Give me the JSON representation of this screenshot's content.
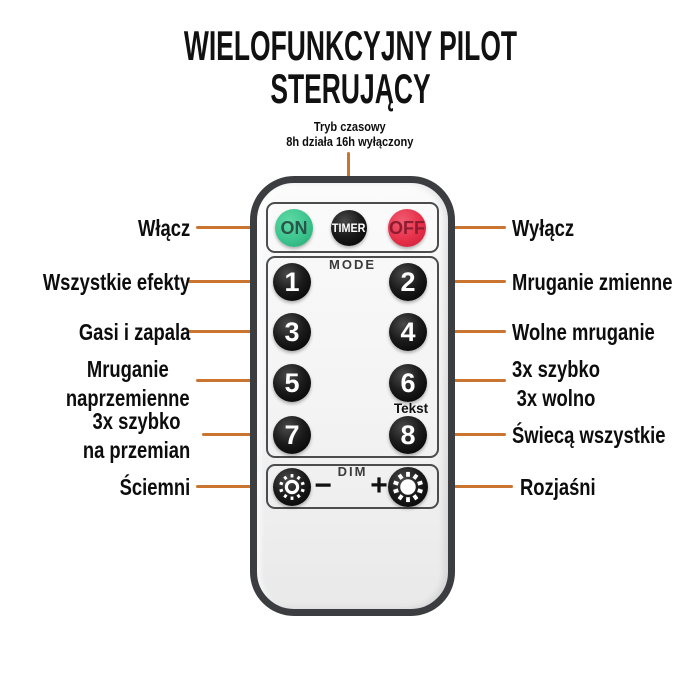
{
  "title": {
    "line1": "WIELOFUNKCYJNY PILOT",
    "line2": "STERUJĄCY"
  },
  "timer_note": {
    "line1": "Tryb czasowy",
    "line2": "8h działa 16h wyłączony"
  },
  "remote": {
    "power": {
      "on": "ON",
      "timer": "TIMER",
      "off": "OFF"
    },
    "mode_label": "MODE",
    "buttons": [
      "1",
      "2",
      "3",
      "4",
      "5",
      "6",
      "7",
      "8"
    ],
    "tekst_label": "Tekst",
    "dim_label": "DIM",
    "minus": "−",
    "plus": "+"
  },
  "labels": {
    "left": [
      {
        "line1": "Włącz"
      },
      {
        "line1": "Wszystkie efekty"
      },
      {
        "line1": "Gasi i zapala"
      },
      {
        "line1": "Mruganie",
        "line2": "naprzemienne"
      },
      {
        "line1": "3x szybko",
        "line2": "na przemian"
      },
      {
        "line1": "Ściemni"
      }
    ],
    "right": [
      {
        "line1": "Wyłącz"
      },
      {
        "line1": "Mruganie zmienne"
      },
      {
        "line1": "Wolne mruganie"
      },
      {
        "line1": "3x szybko",
        "line2": "3x wolno"
      },
      {
        "line1": "Świecą wszystkie"
      },
      {
        "line1": "Rozjaśni"
      }
    ]
  },
  "icons": {
    "dim_minus": "brightness-down-sun-outline",
    "dim_plus": "brightness-up-sun-filled"
  },
  "colors": {
    "connector_line": "#c9752f",
    "on_green": "#3cc48e",
    "off_red": "#e63049",
    "button_black": "#141414",
    "remote_border": "#3b3d40",
    "background": "#ffffff"
  }
}
